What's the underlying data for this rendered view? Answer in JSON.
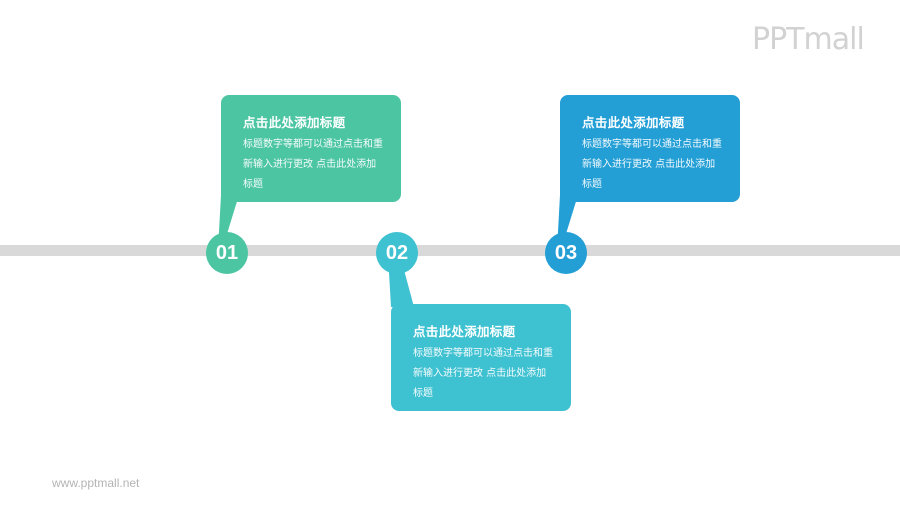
{
  "logo": {
    "text": "PPTmall"
  },
  "footer": {
    "url": "www.pptmall.net"
  },
  "colors": {
    "step1": "#4cc5a3",
    "step2": "#3ec1d1",
    "step3": "#239fd6",
    "timeline": "#d9d9d9"
  },
  "steps": [
    {
      "number": "01",
      "title": "点击此处添加标题",
      "description": "标题数字等都可以通过点击和重新输入进行更改 点击此处添加标题"
    },
    {
      "number": "02",
      "title": "点击此处添加标题",
      "description": "标题数字等都可以通过点击和重新输入进行更改 点击此处添加标题"
    },
    {
      "number": "03",
      "title": "点击此处添加标题",
      "description": "标题数字等都可以通过点击和重新输入进行更改 点击此处添加标题"
    }
  ]
}
